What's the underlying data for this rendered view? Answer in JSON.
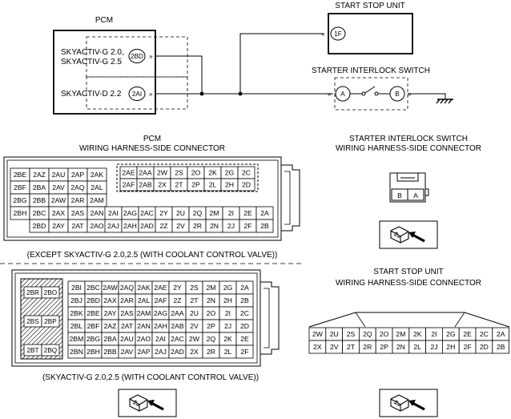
{
  "circuit": {
    "pcm_title": "PCM",
    "pcm_variant_g": [
      "SKYACTIV-G 2.0,",
      "SKYACTIV-G 2.5"
    ],
    "pcm_variant_d": "SKYACTIV-D 2.2",
    "pcm_terminal_g": "2BD",
    "pcm_terminal_d": "2AI",
    "start_stop_title": "START STOP UNIT",
    "start_stop_terminal": "1F",
    "interlock_title": "STARTER INTERLOCK SWITCH",
    "interlock_terminal_a": "A",
    "interlock_terminal_b": "B"
  },
  "pcm_connector": {
    "title": [
      "PCM",
      "WIRING HARNESS-SIDE CONNECTOR"
    ],
    "left_block": [
      [
        "2BE",
        "2AZ",
        "2AU",
        "2AP",
        "2AK"
      ],
      [
        "2BF",
        "2BA",
        "2AV",
        "2AQ",
        "2AL"
      ],
      [
        "2BG",
        "2BB",
        "2AW",
        "2AR",
        "2AM"
      ],
      [
        "2BH",
        "2BC",
        "2AX",
        "2AS",
        "2AN"
      ],
      [
        "",
        "2BD",
        "2AY",
        "2AT",
        "2AO"
      ]
    ],
    "upper_right_block": [
      [
        "2AE",
        "2AA",
        "2W",
        "2S",
        "2O",
        "2K",
        "2G",
        "2C"
      ],
      [
        "2AF",
        "2AB",
        "2X",
        "2T",
        "2P",
        "2L",
        "2H",
        "2D"
      ]
    ],
    "lower_right_block": [
      [
        "2AI",
        "2AG",
        "2AC",
        "2Y",
        "2U",
        "2Q",
        "2M",
        "2I",
        "2E",
        "2A"
      ],
      [
        "2AJ",
        "2AH",
        "2AD",
        "2Z",
        "2V",
        "2R",
        "2N",
        "2J",
        "2F",
        "2B"
      ]
    ],
    "caption": "(EXCEPT SKYACTIV-G 2.0,2.5 (WITH COOLANT CONTROL VALVE))"
  },
  "pcm_connector_ccv": {
    "left_pins": [
      [
        "2BR",
        "2BO"
      ],
      [
        "2BS",
        "2BP"
      ],
      [
        "2BT",
        "2BQ"
      ]
    ],
    "main_block": [
      [
        "2BI",
        "2BC",
        "2AW",
        "2AQ",
        "2AK",
        "2AE",
        "2Y",
        "2S",
        "2M",
        "2G",
        "2A"
      ],
      [
        "2BJ",
        "2BD",
        "2AX",
        "2AR",
        "2AL",
        "2AF",
        "2Z",
        "2T",
        "2N",
        "2H",
        "2B"
      ],
      [
        "2BK",
        "2BE",
        "2AY",
        "2AS",
        "2AM",
        "2AG",
        "2AA",
        "2U",
        "2O",
        "2I",
        "2C"
      ],
      [
        "2BL",
        "2BF",
        "2AZ",
        "2AT",
        "2AN",
        "2AH",
        "2AB",
        "2V",
        "2P",
        "2J",
        "2D"
      ],
      [
        "2BM",
        "2BG",
        "2BA",
        "2AU",
        "2AO",
        "2AI",
        "2AC",
        "2W",
        "2Q",
        "2K",
        "2E"
      ],
      [
        "2BN",
        "2BH",
        "2BB",
        "2AV",
        "2AP",
        "2AJ",
        "2AD",
        "2X",
        "2R",
        "2L",
        "2F"
      ]
    ],
    "caption": "(SKYACTIV-G 2.0,2.5 (WITH COOLANT CONTROL VALVE))"
  },
  "interlock_connector": {
    "title": [
      "STARTER INTERLOCK SWITCH",
      "WIRING HARNESS-SIDE CONNECTOR"
    ],
    "pins": [
      "B",
      "A"
    ]
  },
  "start_stop_connector": {
    "title": [
      "START STOP UNIT",
      "WIRING HARNESS-SIDE CONNECTOR"
    ],
    "rows": [
      [
        "2W",
        "2U",
        "2S",
        "2Q",
        "2O",
        "2M",
        "2K",
        "2I",
        "2G",
        "2E",
        "2C",
        "2A"
      ],
      [
        "2X",
        "2V",
        "2T",
        "2R",
        "2P",
        "2N",
        "2L",
        "2J",
        "2H",
        "2F",
        "2D",
        "2B"
      ]
    ]
  }
}
